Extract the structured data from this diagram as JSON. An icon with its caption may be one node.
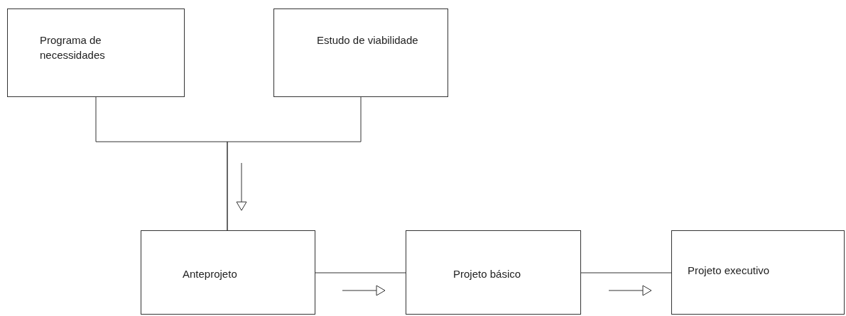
{
  "diagram": {
    "nodes": [
      {
        "text": [
          "Programa de necessidades"
        ]
      },
      {
        "text": [
          "Estudo de viabilidade"
        ]
      },
      {
        "text": [
          "Anteprojeto"
        ]
      },
      {
        "text": [
          "Projeto básico"
        ]
      },
      {
        "text": [
          "Projeto executivo"
        ]
      }
    ],
    "edges": [
      {
        "from": 0,
        "to": 2,
        "arrow": "none"
      },
      {
        "from": 1,
        "to": 2,
        "arrow": "none"
      },
      {
        "from": 2,
        "to": 3,
        "arrow": "none"
      },
      {
        "from": 3,
        "to": 4,
        "arrow": "none"
      }
    ]
  }
}
